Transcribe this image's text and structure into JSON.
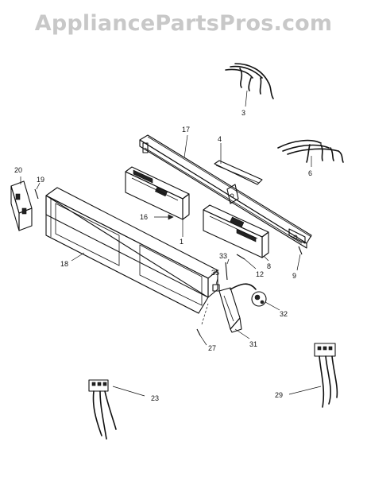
{
  "watermark": "AppliancePartsPros.com",
  "callouts": [
    {
      "id": "c3",
      "text": "3"
    },
    {
      "id": "c17",
      "text": "17"
    },
    {
      "id": "c4",
      "text": "4"
    },
    {
      "id": "c6",
      "text": "6"
    },
    {
      "id": "c20",
      "text": "20"
    },
    {
      "id": "c19",
      "text": "19"
    },
    {
      "id": "c16",
      "text": "16"
    },
    {
      "id": "c1",
      "text": "1"
    },
    {
      "id": "c18",
      "text": "18"
    },
    {
      "id": "c33",
      "text": "33"
    },
    {
      "id": "c8",
      "text": "8"
    },
    {
      "id": "c12",
      "text": "12"
    },
    {
      "id": "c9",
      "text": "9"
    },
    {
      "id": "c35",
      "text": "35"
    },
    {
      "id": "c32",
      "text": "32"
    },
    {
      "id": "c27",
      "text": "27"
    },
    {
      "id": "c31",
      "text": "31"
    },
    {
      "id": "c23",
      "text": "23"
    },
    {
      "id": "c29",
      "text": "29"
    }
  ]
}
